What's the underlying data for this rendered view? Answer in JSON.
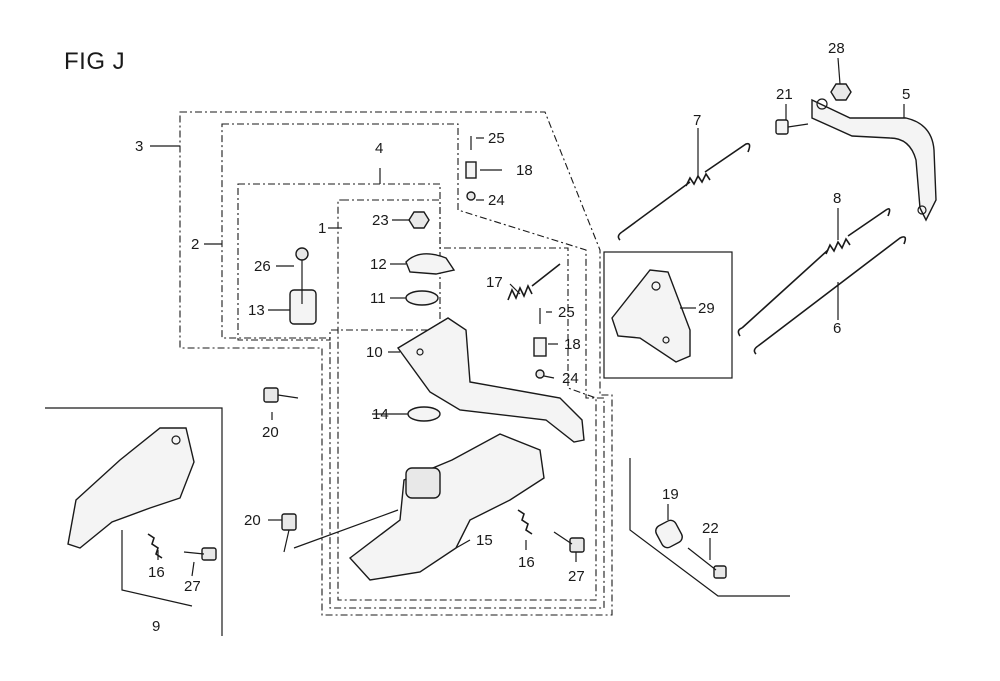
{
  "figure": {
    "title": "FIG J"
  },
  "callouts": {
    "c1": "1",
    "c2": "2",
    "c3": "3",
    "c4": "4",
    "c5": "5",
    "c6": "6",
    "c7": "7",
    "c8": "8",
    "c9": "9",
    "c10": "10",
    "c11": "11",
    "c12": "12",
    "c13": "13",
    "c14": "14",
    "c15": "15",
    "c16a": "16",
    "c16b": "16",
    "c17": "17",
    "c18a": "18",
    "c18b": "18",
    "c19": "19",
    "c20a": "20",
    "c20b": "20",
    "c21": "21",
    "c22": "22",
    "c23": "23",
    "c24a": "24",
    "c24b": "24",
    "c25a": "25",
    "c25b": "25",
    "c26": "26",
    "c27a": "27",
    "c27b": "27",
    "c28": "28",
    "c29": "29"
  }
}
